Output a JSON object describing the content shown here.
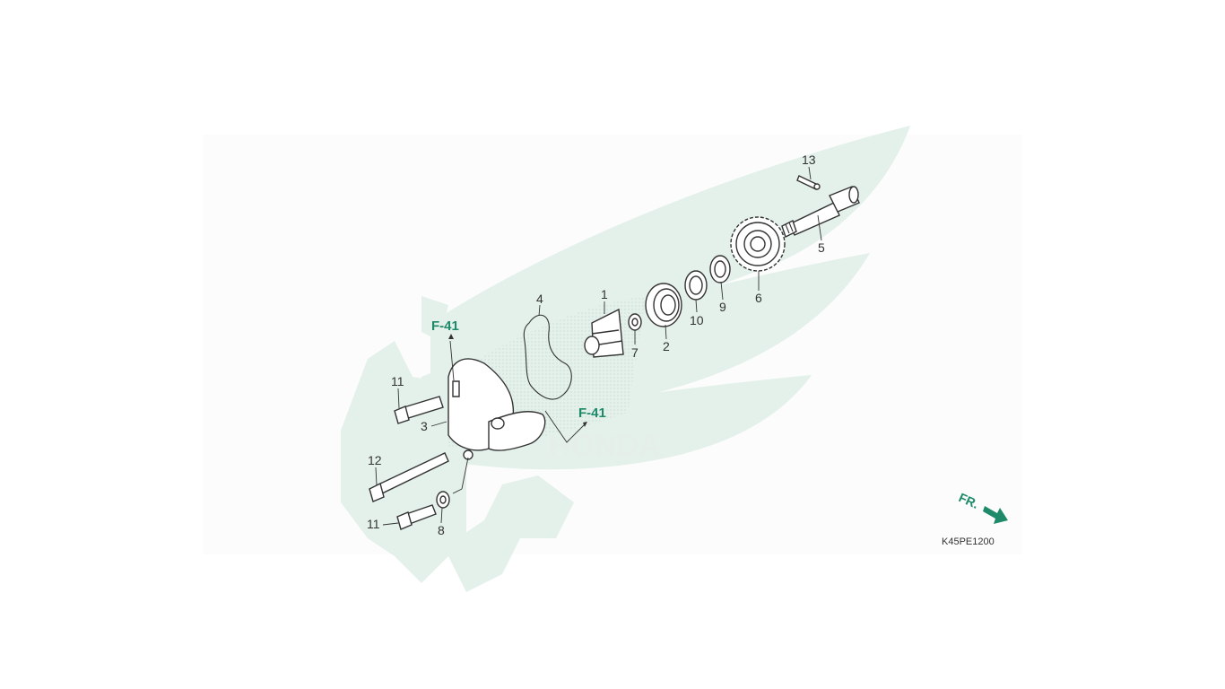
{
  "diagram": {
    "callouts": [
      {
        "id": "c1",
        "label": "1"
      },
      {
        "id": "c2",
        "label": "2"
      },
      {
        "id": "c3",
        "label": "3"
      },
      {
        "id": "c4",
        "label": "4"
      },
      {
        "id": "c5",
        "label": "5"
      },
      {
        "id": "c6",
        "label": "6"
      },
      {
        "id": "c7",
        "label": "7"
      },
      {
        "id": "c8",
        "label": "8"
      },
      {
        "id": "c9",
        "label": "9"
      },
      {
        "id": "c10",
        "label": "10"
      },
      {
        "id": "c11a",
        "label": "11"
      },
      {
        "id": "c11b",
        "label": "11"
      },
      {
        "id": "c12",
        "label": "12"
      },
      {
        "id": "c13",
        "label": "13"
      }
    ],
    "references": {
      "ref_top": "F-41",
      "ref_right": "F-41"
    },
    "front_indicator": "FR.",
    "diagram_code": "K45PE1200",
    "watermark_text": "HONDA",
    "colors": {
      "watermark": "#e3f1ea",
      "accent": "#1e8a6a",
      "line": "#333333"
    }
  }
}
